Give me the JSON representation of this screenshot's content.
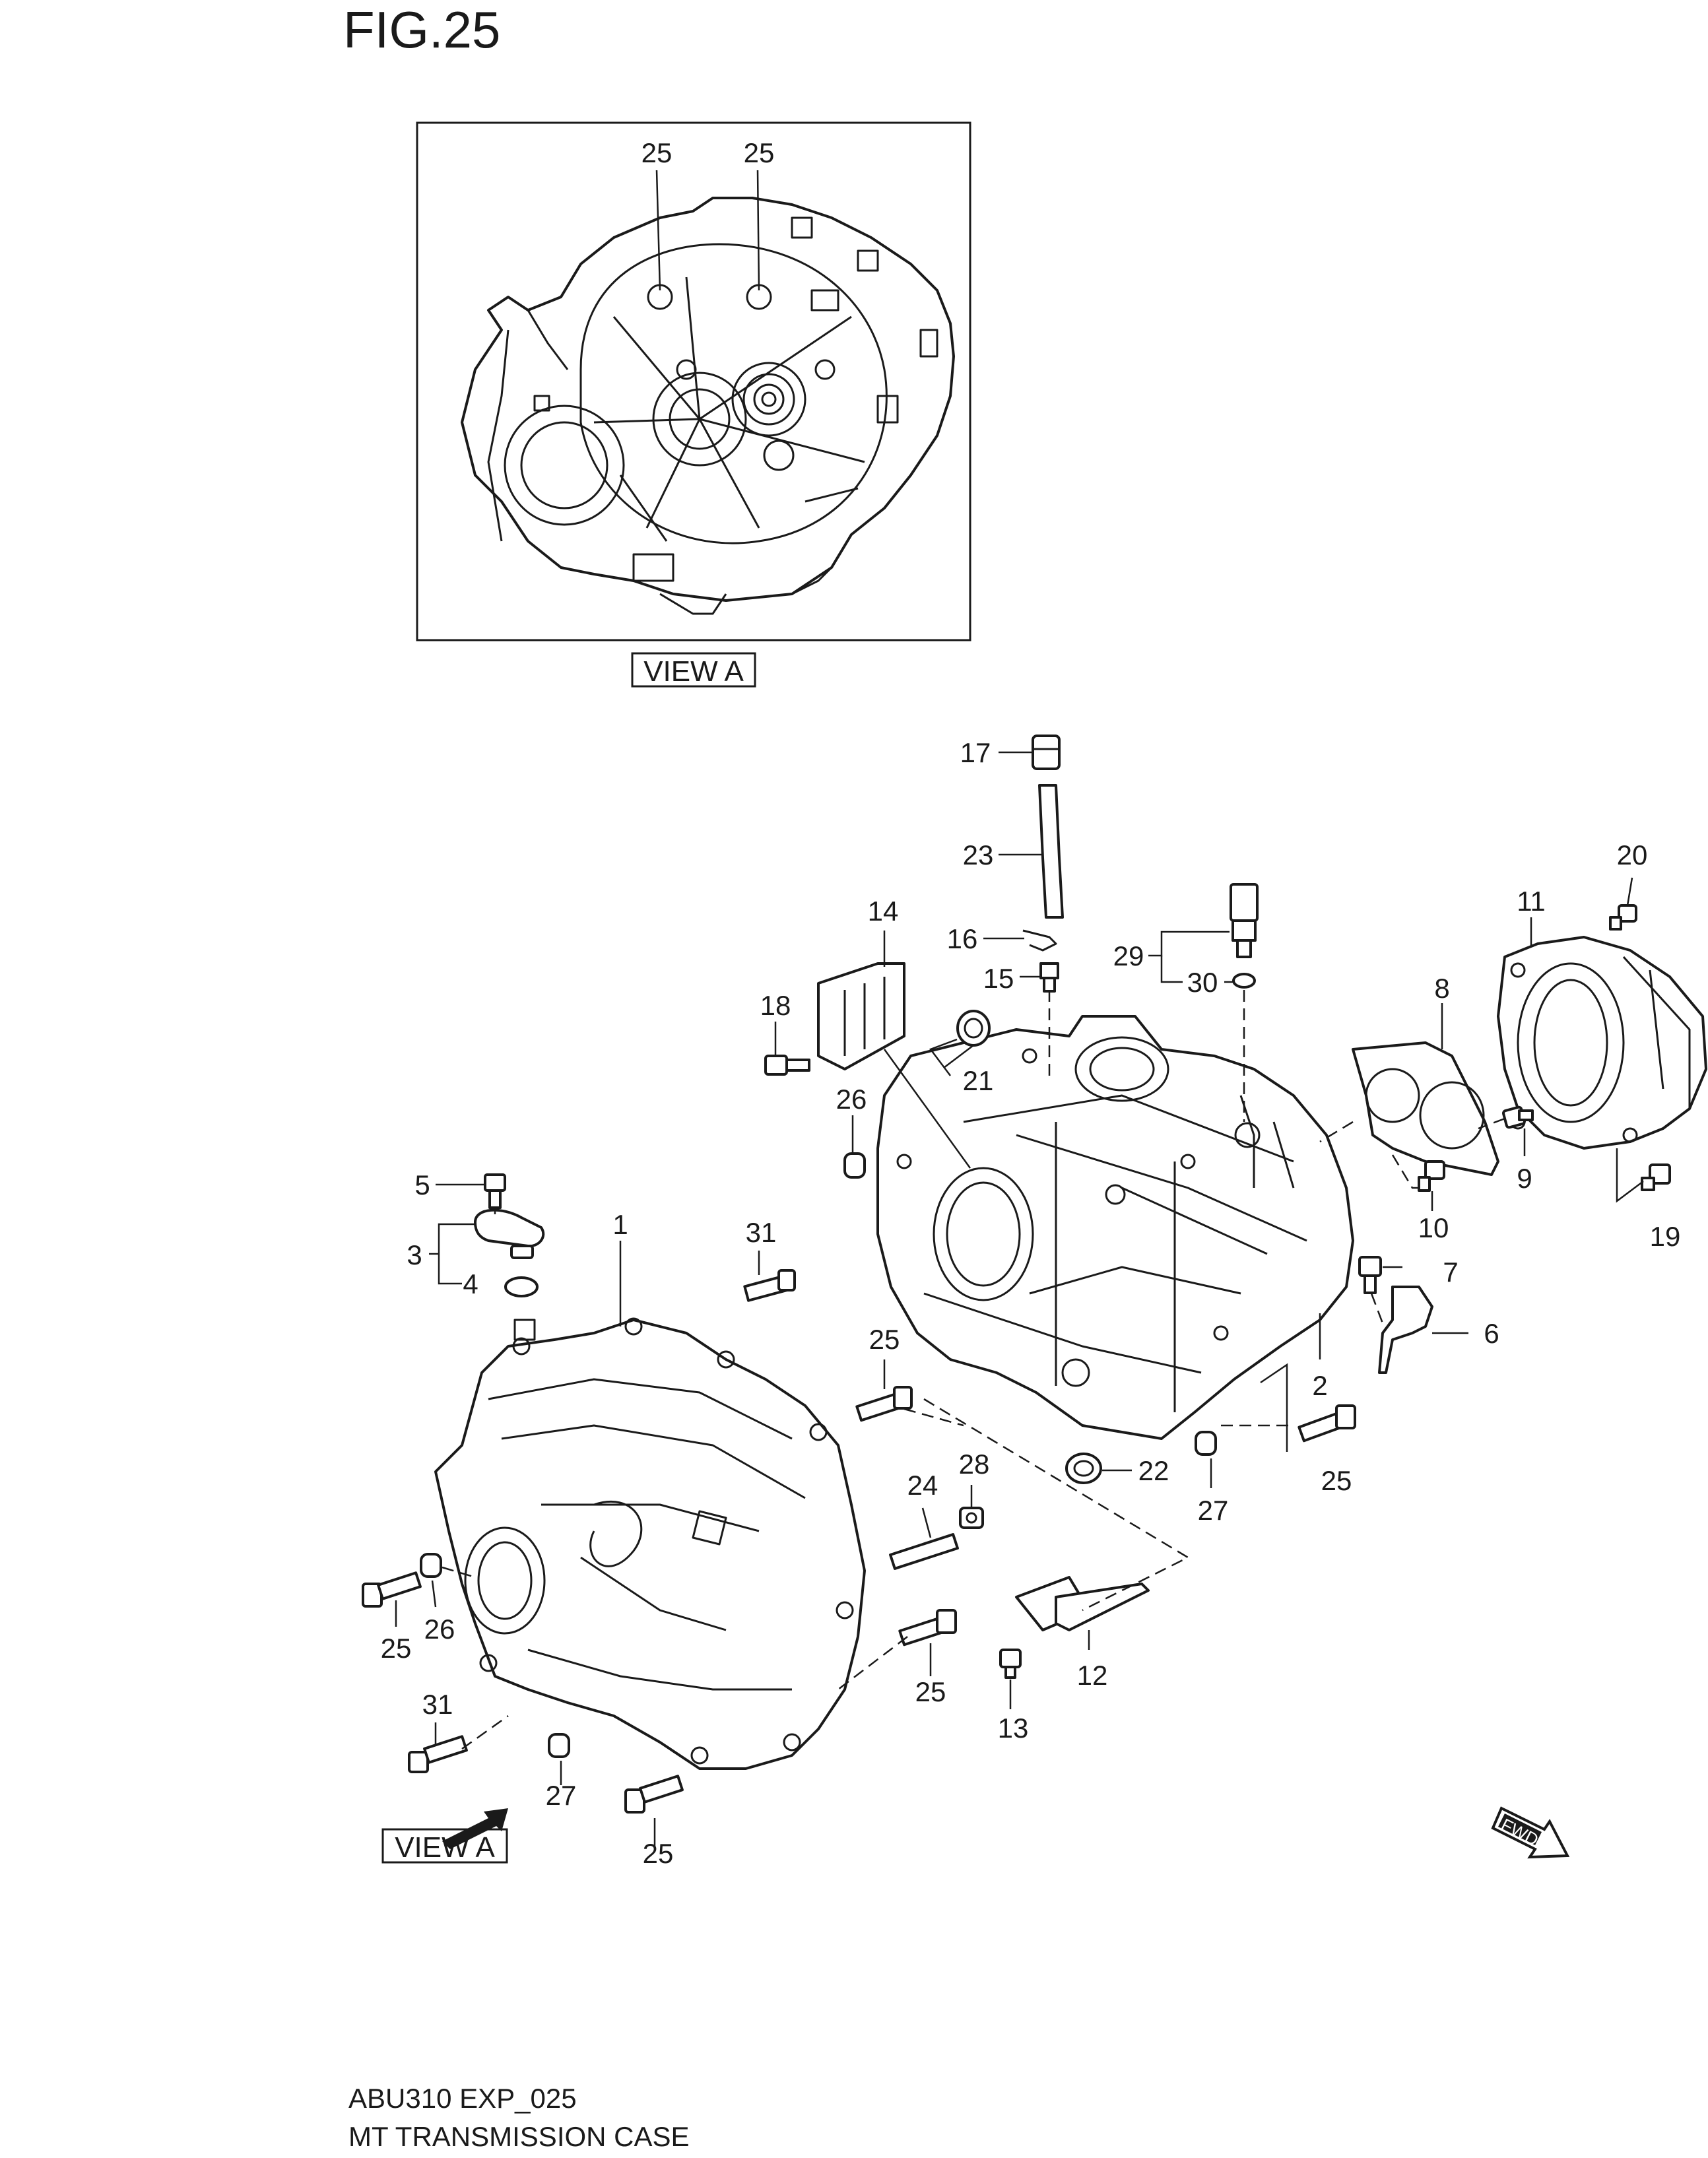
{
  "figure_title": "FIG.25",
  "view_label": "VIEW A",
  "view_label_bottom": "VIEW A",
  "fwd_label": "FWD",
  "footer": {
    "code": "ABU310 EXP_025",
    "caption": "MT TRANSMISSION CASE"
  },
  "inset_callouts": [
    "25",
    "25"
  ],
  "callouts": {
    "p1": "1",
    "p2": "2",
    "p3": "3",
    "p4": "4",
    "p5": "5",
    "p6": "6",
    "p7": "7",
    "p8": "8",
    "p9": "9",
    "p10": "10",
    "p11": "11",
    "p12": "12",
    "p13": "13",
    "p14": "14",
    "p15": "15",
    "p16": "16",
    "p17": "17",
    "p18": "18",
    "p19": "19",
    "p20": "20",
    "p21": "21",
    "p22": "22",
    "p23": "23",
    "p24": "24",
    "p25a": "25",
    "p25b": "25",
    "p25c": "25",
    "p25d": "25",
    "p25e": "25",
    "p26a": "26",
    "p26b": "26",
    "p27a": "27",
    "p27b": "27",
    "p28": "28",
    "p29": "29",
    "p30": "30",
    "p31a": "31",
    "p31b": "31"
  }
}
